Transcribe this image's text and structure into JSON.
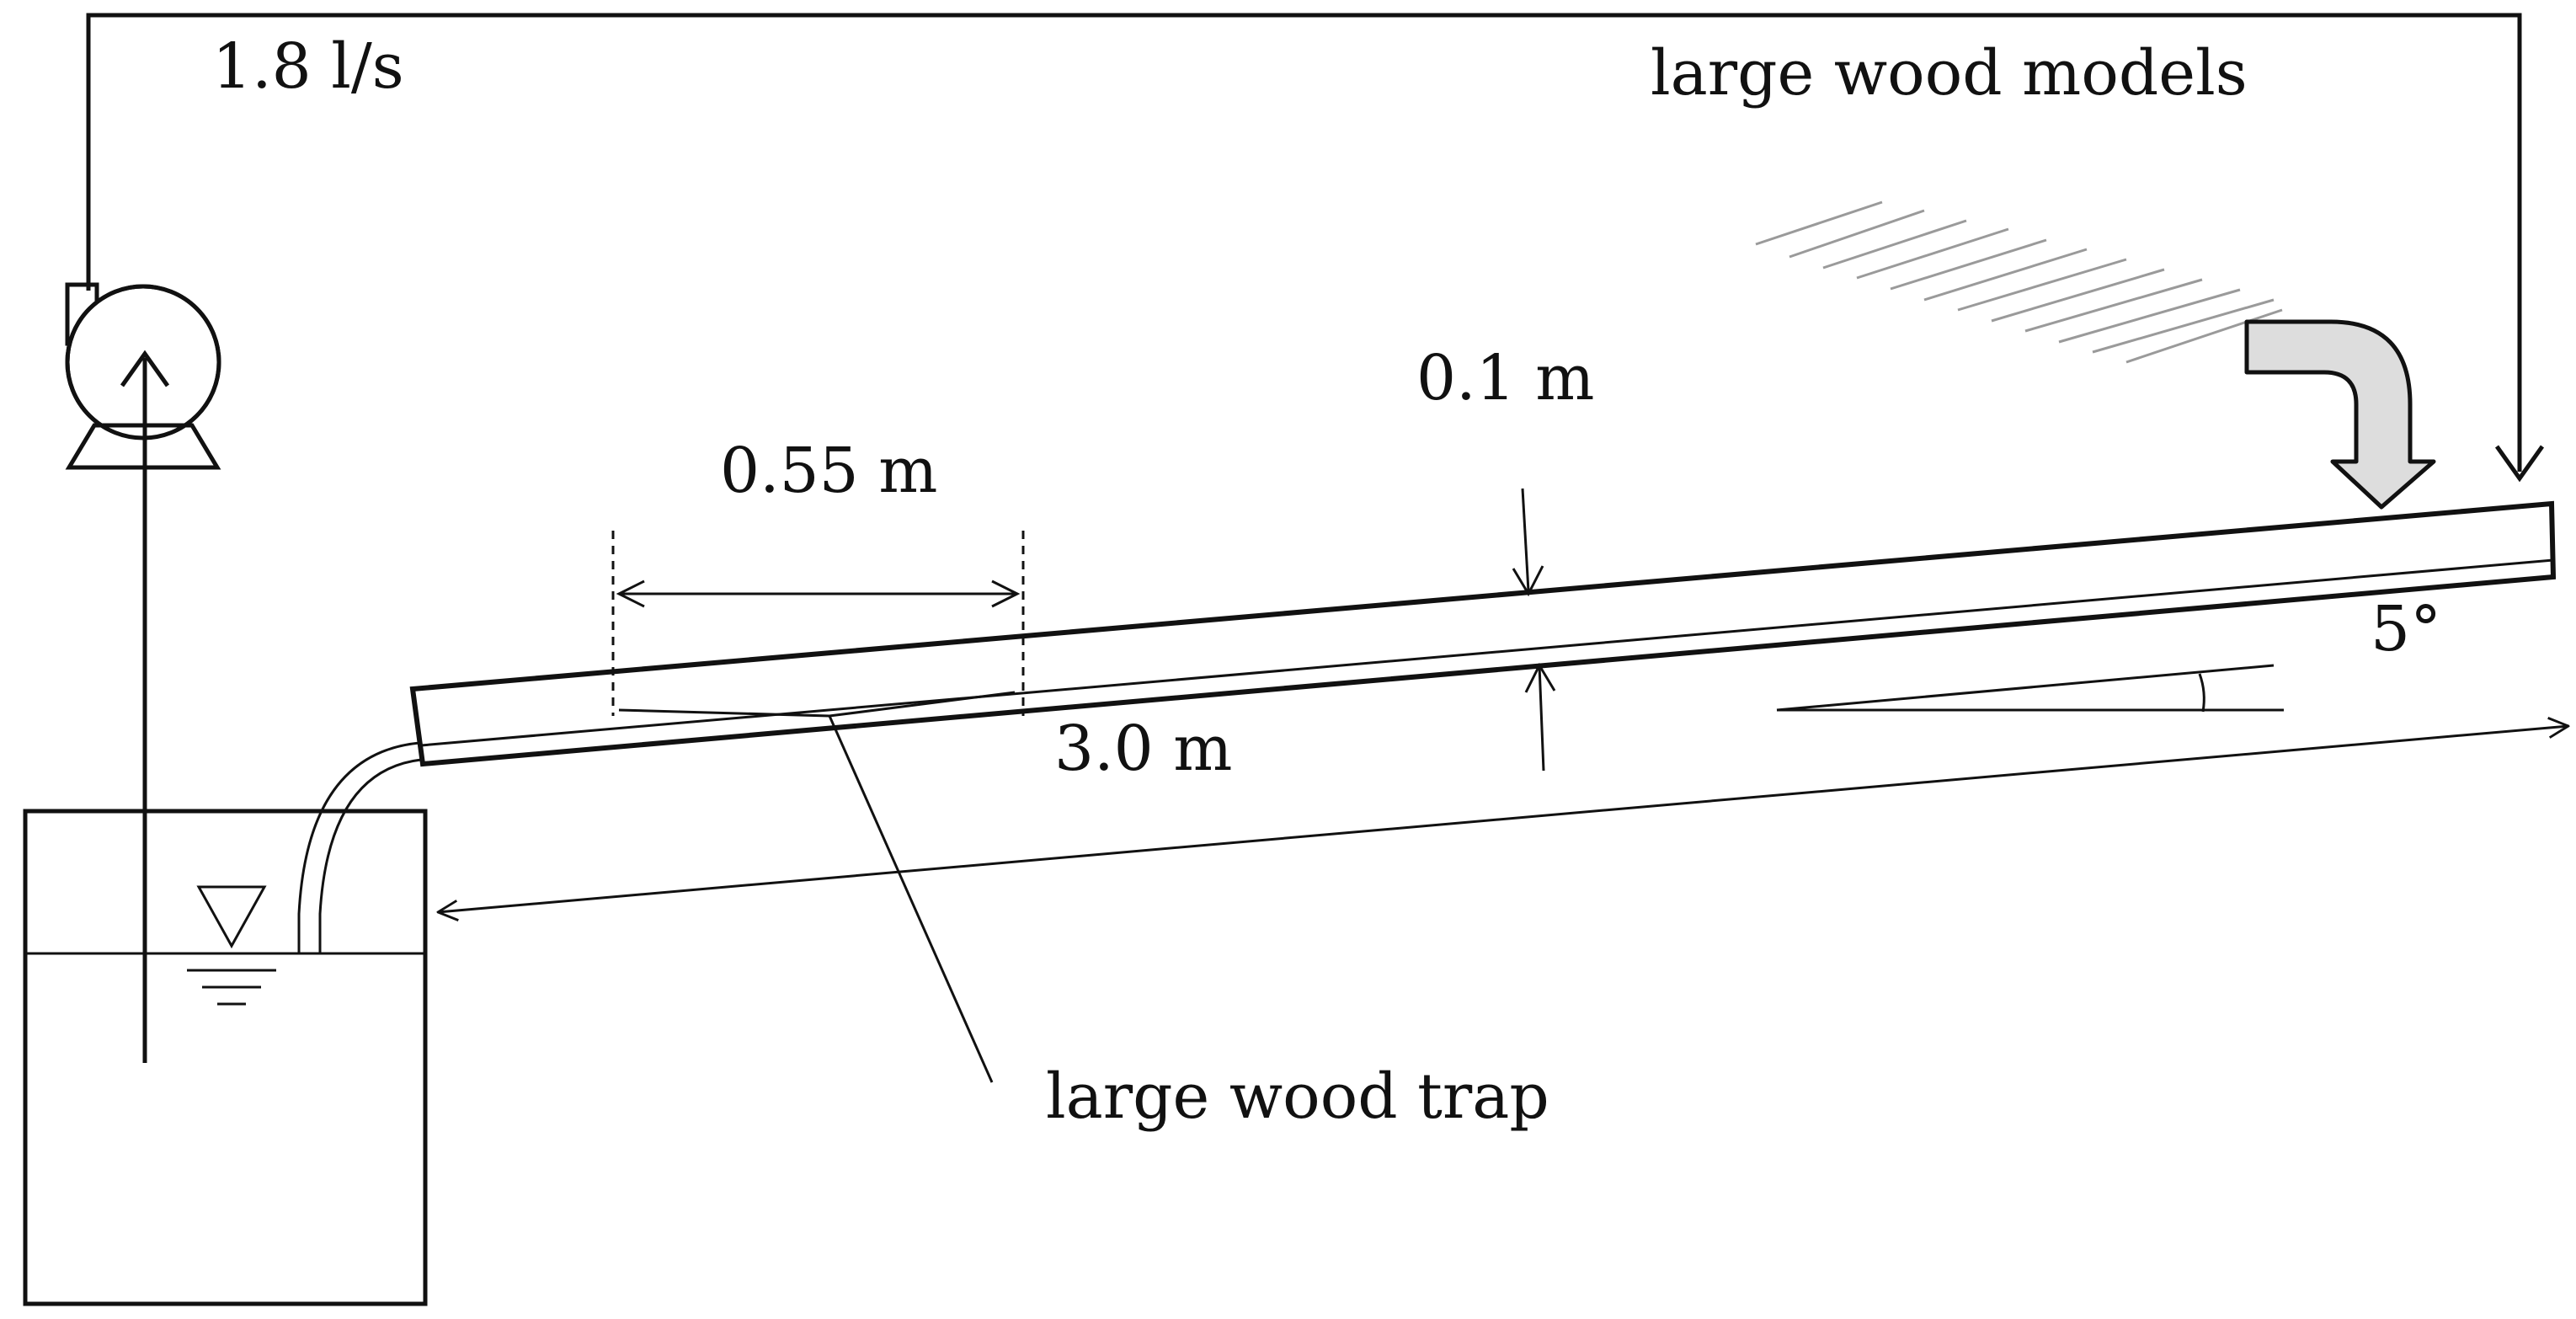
{
  "labels": {
    "flow_rate": "1.8 l/s",
    "wood_models": "large wood models",
    "trap_length": "0.55 m",
    "channel_width": "0.1 m",
    "channel_length": "3.0 m",
    "slope": "5°",
    "wood_trap": "large wood trap"
  },
  "colors": {
    "line": "#111111",
    "wood_model_stroke": "#9a9a9a",
    "inlet_arrow_fill": "#dddddd"
  },
  "icons": {
    "pump": "pump-icon",
    "water_level": "water-level-icon"
  }
}
